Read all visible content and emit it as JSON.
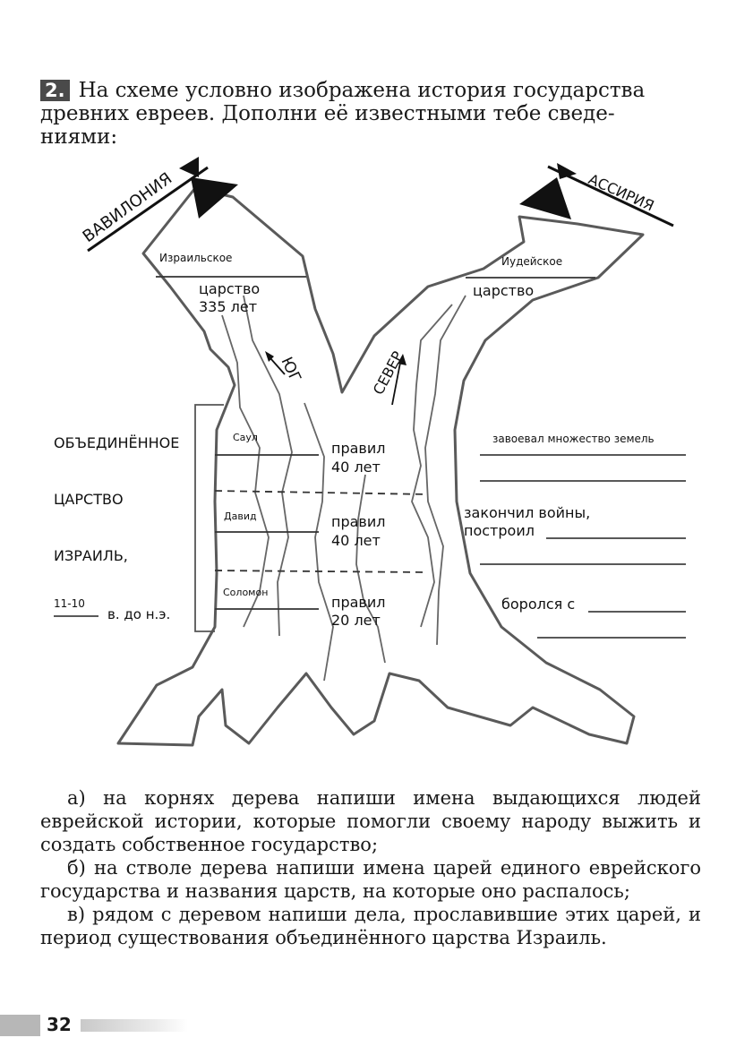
{
  "task": {
    "number": "2.",
    "lines": [
      "На схеме условно изображена история государства",
      "древних евреев. Дополни её известными тебе сведе-",
      "ниями:"
    ]
  },
  "scheme": {
    "babylon": "ВАВИЛОНИЯ",
    "assyria": "АССИРИЯ",
    "israel_kingdom": "Израильское",
    "israel_kingdom_2": "царство",
    "israel_years": "335 лет",
    "judah_kingdom": "Иудейское",
    "judah_kingdom_2": "царство",
    "south": "ЮГ",
    "north": "СЕВЕР",
    "united_1": "ОБЪЕДИНЁННОЕ",
    "united_2": "ЦАРСТВО",
    "united_3": "ИЗРАИЛЬ,",
    "period_value": "11-10",
    "period_suffix": "в. до н.э.",
    "kings": [
      {
        "name": "Саул",
        "ruled": "правил",
        "years": "40 лет"
      },
      {
        "name": "Давид",
        "ruled": "правил",
        "years": "40 лет"
      },
      {
        "name": "Соломон",
        "ruled": "правил",
        "years": "20 лет"
      }
    ],
    "deeds": {
      "saul": "завоевал множество земель",
      "david_1": "закончил войны,",
      "david_2": "построил",
      "solomon": "боролся с"
    }
  },
  "questions": [
    "а) на корнях дерева напиши имена выдающихся людей еврейской истории, которые помогли своему народу выжить и создать собственное государство;",
    "б) на стволе дерева напиши имена царей единого еврейского государства и названия царств, на которые оно распалось;",
    "в) рядом с деревом напиши дела, прославившие этих царей, и период существования объединённого царства Израиль."
  ],
  "page_number": "32"
}
